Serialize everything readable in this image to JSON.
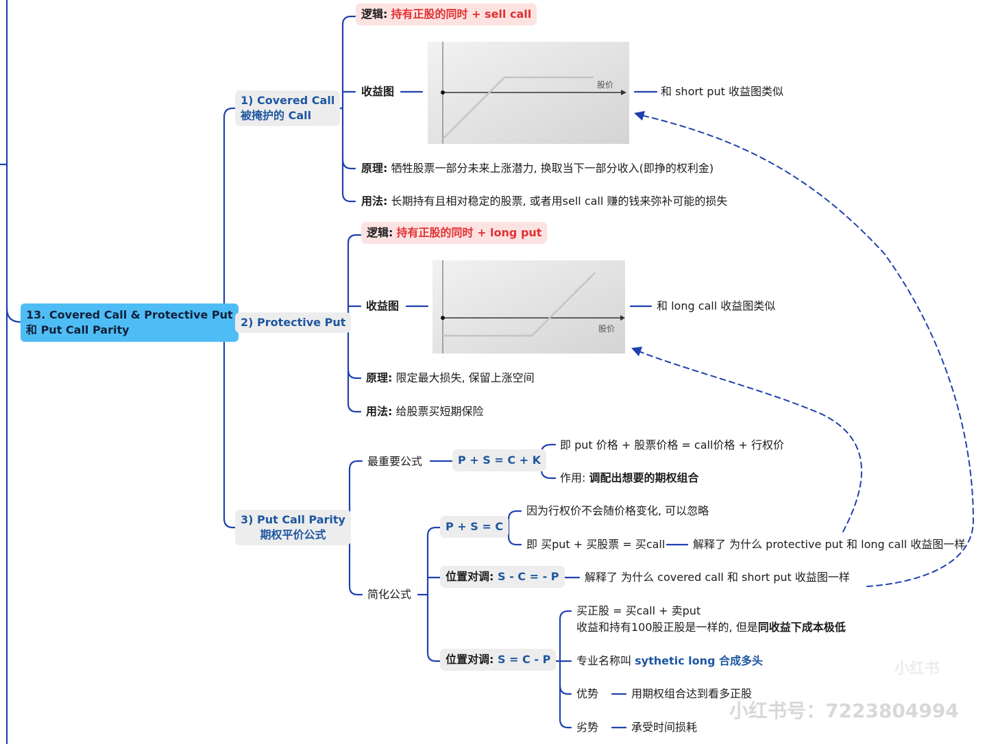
{
  "root": {
    "line1": "13. Covered Call & Protective Put",
    "line2": "和 Put Call Parity"
  },
  "covered_call": {
    "title_line1": "1) Covered Call",
    "title_line2": "被掩护的 Call",
    "logic_label": "逻辑:",
    "logic_value": "持有正股的同时 + sell call",
    "payoff_label": "收益图",
    "payoff_note": "和 short put 收益图类似",
    "axis_label": "股价",
    "principle_label": "原理:",
    "principle_value": "牺牲股票一部分未来上涨潜力, 换取当下一部分收入(即挣的权利金)",
    "usage_label": "用法:",
    "usage_value": "长期持有且相对稳定的股票, 或者用sell call 赚的钱来弥补可能的损失"
  },
  "protective_put": {
    "title": "2) Protective Put",
    "logic_label": "逻辑:",
    "logic_value": "持有正股的同时 + long put",
    "payoff_label": "收益图",
    "payoff_note": "和 long call 收益图类似",
    "axis_label": "股价",
    "principle_label": "原理:",
    "principle_value": "限定最大损失, 保留上涨空间",
    "usage_label": "用法:",
    "usage_value": "给股票买短期保险"
  },
  "parity": {
    "title_line1": "3) Put Call Parity",
    "title_line2": "期权平价公式",
    "most_important": "最重要公式",
    "formula_main": "P + S = C + K",
    "formula_main_expl": "即 put 价格 + 股票价格 = call价格 + 行权价",
    "effect_label": "作用:",
    "effect_value": "调配出想要的期权组合",
    "simplified": "简化公式",
    "formula_simple": "P + S = C",
    "ignore_note": "因为行权价不会随价格变化, 可以忽略",
    "buy_note": "即 买put + 买股票 = 买call",
    "buy_explain": "解释了 为什么 protective put 和 long call 收益图一样",
    "swap_label": "位置对调:",
    "swap1_formula": "S - C = - P",
    "swap1_explain": "解释了 为什么 covered call 和 short put 收益图一样",
    "swap2_formula": "S = C - P",
    "swap2_line1": "买正股 = 买call + 卖put",
    "swap2_line2_pre": "收益和持有100股正股是一样的, 但是",
    "swap2_line2_bold": "同收益下成本极低",
    "swap2_name_pre": "专业名称叫",
    "swap2_name_value": "sythetic long 合成多头",
    "adv_label": "优势",
    "adv_value": "用期权组合达到看多正股",
    "dis_label": "劣势",
    "dis_value": "承受时间损耗"
  },
  "watermark": {
    "brand": "小红书",
    "id": "小红书号：7223804994"
  },
  "colors": {
    "connector": "#1e40af",
    "root_fill": "#4fbdf5",
    "branch_fill": "#ededed",
    "logic_fill": "#fde2e2",
    "accent_red": "#e03131",
    "accent_blue": "#1e56a0"
  }
}
